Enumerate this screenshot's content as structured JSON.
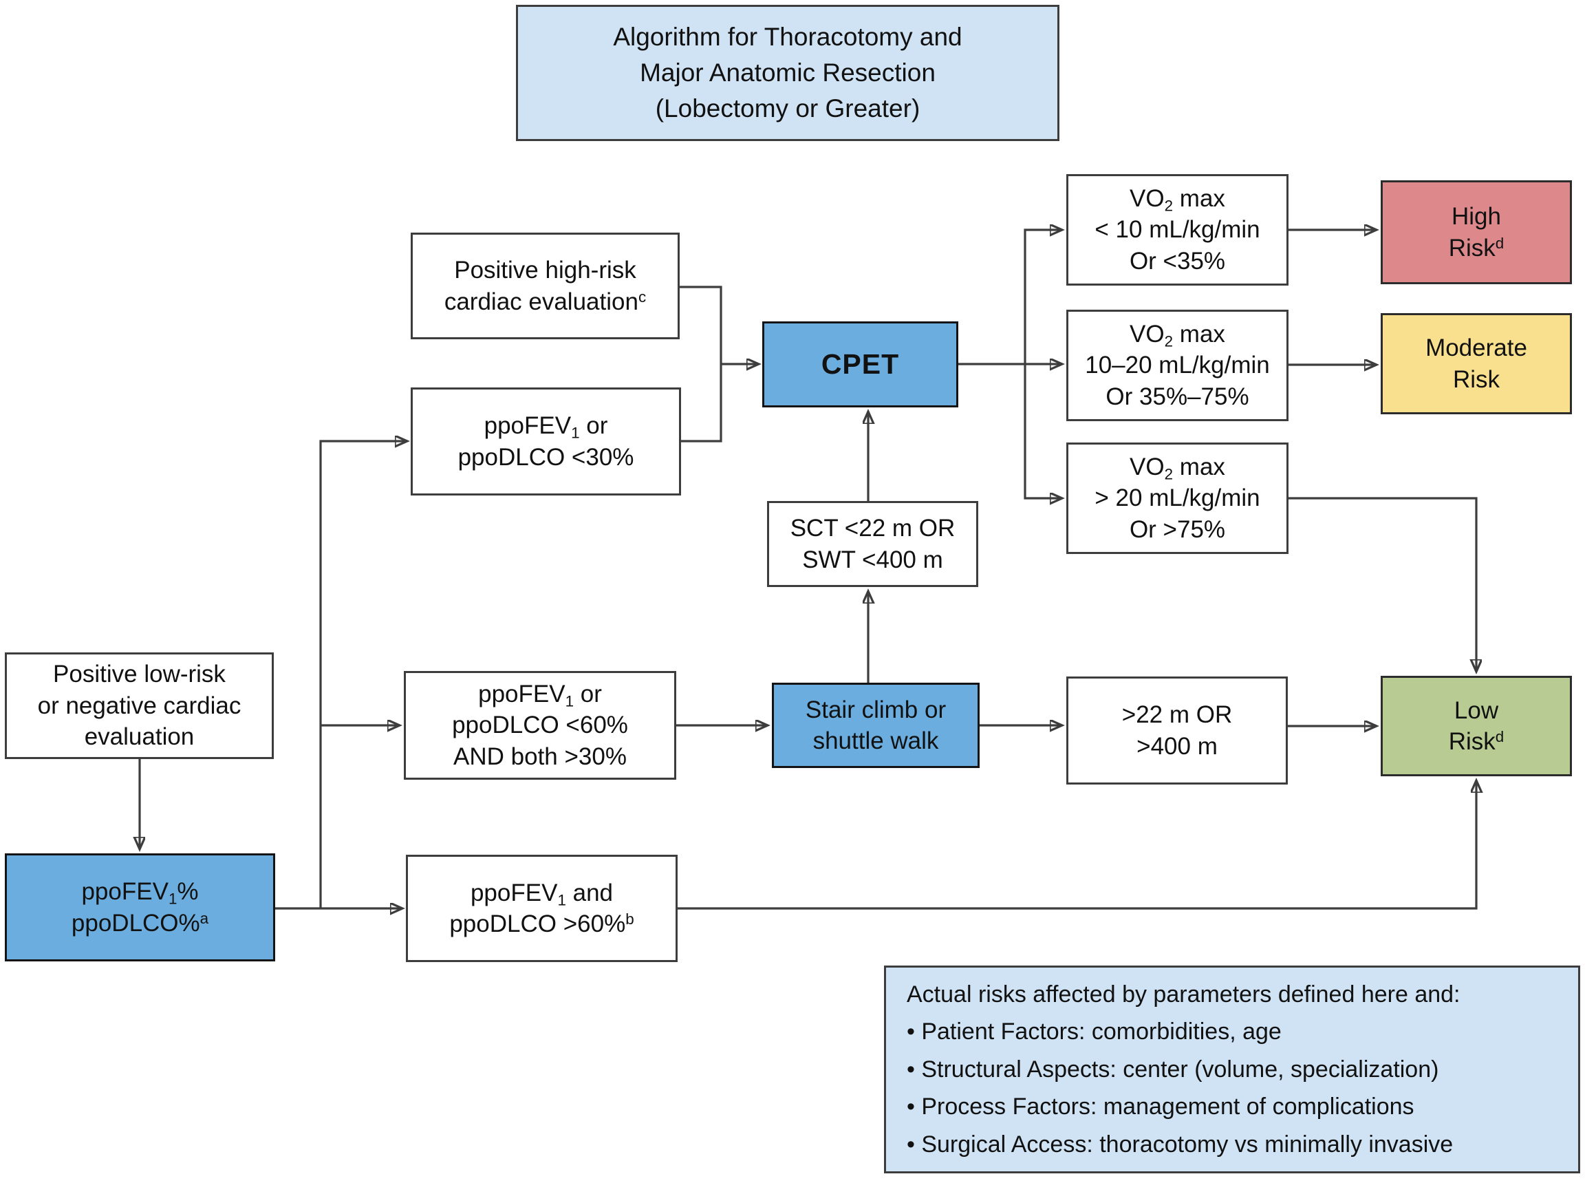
{
  "figure": {
    "kind": "clinical-algorithm-flowchart",
    "title": "Algorithm for Thoracotomy and Major Anatomic Resection (Lobectomy or Greater)"
  },
  "colors": {
    "light_blue": "#cfe3f4",
    "blue": "#6badde",
    "red": "#dd898c",
    "yellow": "#f8e08f",
    "green": "#b7cb93",
    "border": "#3d3d3d",
    "line": "#3d3d3d",
    "text": "#111111"
  },
  "nodes": {
    "title": {
      "lines": [
        [
          {
            "t": "Algorithm for Thoracotomy and"
          }
        ],
        [
          {
            "t": "Major Anatomic Resection"
          }
        ],
        [
          {
            "t": "(Lobectomy or Greater)"
          }
        ]
      ]
    },
    "pos_high_risk": {
      "lines": [
        [
          {
            "t": "Positive high-risk"
          }
        ],
        [
          {
            "t": "cardiac evaluation"
          },
          {
            "t": "c",
            "v": "sup"
          }
        ]
      ]
    },
    "ppo_lt30": {
      "lines": [
        [
          {
            "t": "ppoFEV"
          },
          {
            "t": "1",
            "v": "sub"
          },
          {
            "t": " or"
          }
        ],
        [
          {
            "t": "ppoDLCO <30%"
          }
        ]
      ]
    },
    "cpet": {
      "lines": [
        [
          {
            "t": "CPET"
          }
        ]
      ]
    },
    "vo2_low": {
      "lines": [
        [
          {
            "t": "VO"
          },
          {
            "t": "2",
            "v": "sub"
          },
          {
            "t": " max"
          }
        ],
        [
          {
            "t": "< 10 mL/kg/min"
          }
        ],
        [
          {
            "t": "Or <35%"
          }
        ]
      ]
    },
    "vo2_mid": {
      "lines": [
        [
          {
            "t": "VO"
          },
          {
            "t": "2",
            "v": "sub"
          },
          {
            "t": " max"
          }
        ],
        [
          {
            "t": "10–20 mL/kg/min"
          }
        ],
        [
          {
            "t": "Or 35%–75%"
          }
        ]
      ]
    },
    "vo2_high": {
      "lines": [
        [
          {
            "t": "VO"
          },
          {
            "t": "2",
            "v": "sub"
          },
          {
            "t": " max"
          }
        ],
        [
          {
            "t": "> 20 mL/kg/min"
          }
        ],
        [
          {
            "t": "Or >75%"
          }
        ]
      ]
    },
    "high_risk": {
      "lines": [
        [
          {
            "t": "High"
          }
        ],
        [
          {
            "t": "Risk"
          },
          {
            "t": "d",
            "v": "sup"
          }
        ]
      ]
    },
    "moderate_risk": {
      "lines": [
        [
          {
            "t": "Moderate"
          }
        ],
        [
          {
            "t": "Risk"
          }
        ]
      ]
    },
    "low_risk": {
      "lines": [
        [
          {
            "t": "Low"
          }
        ],
        [
          {
            "t": "Risk"
          },
          {
            "t": "d",
            "v": "sup"
          }
        ]
      ]
    },
    "sct": {
      "lines": [
        [
          {
            "t": "SCT <22 m OR"
          }
        ],
        [
          {
            "t": "SWT <400 m"
          }
        ]
      ]
    },
    "pos_low_risk": {
      "lines": [
        [
          {
            "t": "Positive low-risk"
          }
        ],
        [
          {
            "t": "or negative cardiac"
          }
        ],
        [
          {
            "t": "evaluation"
          }
        ]
      ]
    },
    "ppo_lt60": {
      "lines": [
        [
          {
            "t": "ppoFEV"
          },
          {
            "t": "1",
            "v": "sub"
          },
          {
            "t": " or"
          }
        ],
        [
          {
            "t": "ppoDLCO <60%"
          }
        ],
        [
          {
            "t": "AND both >30%"
          }
        ]
      ]
    },
    "stair": {
      "lines": [
        [
          {
            "t": "Stair climb or"
          }
        ],
        [
          {
            "t": "shuttle walk"
          }
        ]
      ]
    },
    "m22": {
      "lines": [
        [
          {
            "t": ">22 m OR"
          }
        ],
        [
          {
            "t": ">400 m"
          }
        ]
      ]
    },
    "ppo_start": {
      "lines": [
        [
          {
            "t": "ppoFEV"
          },
          {
            "t": "1",
            "v": "sub"
          },
          {
            "t": "%"
          }
        ],
        [
          {
            "t": "ppoDLCO%"
          },
          {
            "t": "a",
            "v": "sup"
          }
        ]
      ]
    },
    "ppo_gt60": {
      "lines": [
        [
          {
            "t": "ppoFEV"
          },
          {
            "t": "1",
            "v": "sub"
          },
          {
            "t": " and"
          }
        ],
        [
          {
            "t": "ppoDLCO >60%"
          },
          {
            "t": "b",
            "v": "sup"
          }
        ]
      ]
    },
    "note": {
      "lines": [
        [
          {
            "t": "Actual risks affected by parameters defined here and:"
          }
        ],
        [
          {
            "t": "• Patient Factors: comorbidities, age"
          }
        ],
        [
          {
            "t": "• Structural Aspects: center (volume, specialization)"
          }
        ],
        [
          {
            "t": "• Process Factors: management of complications"
          }
        ],
        [
          {
            "t": "• Surgical Access: thoracotomy vs minimally invasive"
          }
        ]
      ]
    }
  }
}
